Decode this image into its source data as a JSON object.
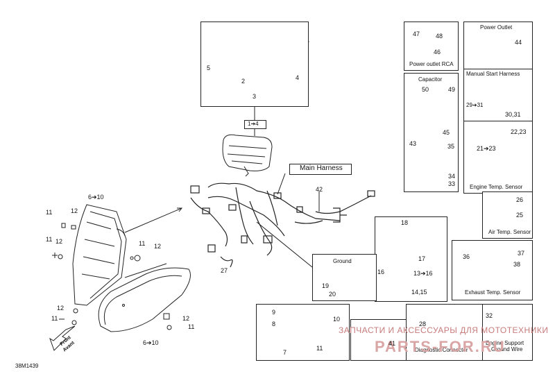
{
  "titles": {
    "power_outlet_rca": "Power outlet RCA",
    "power_outlet": "Power Outlet",
    "manual_start_harness": "Manual Start Harness",
    "capacitor": "Capacitor",
    "engine_temp_sensor": "Engine Temp. Sensor",
    "air_temp_sensor": "Air Temp. Sensor",
    "exhaust_temp_sensor": "Exhaust Temp. Sensor",
    "ground": "Ground",
    "diagnostic_connector": "Diagnostic Connector",
    "engine_support": "Engine Support",
    "ground_wire": "Ground Wire",
    "main_harness": "Main Harness"
  },
  "front": {
    "label1": "Front",
    "label2": "Avant"
  },
  "diagram_code": "38M1439",
  "watermark": {
    "line1": "ЗАПЧАСТИ И АКСЕССУАРЫ ДЛЯ МОТОТЕХНИКИ",
    "logo": "PARTS-FOR.RU"
  },
  "callouts": {
    "c1_4": "1➔4",
    "c2": "2",
    "c3": "3",
    "c4": "4",
    "c5": "5",
    "c47": "47",
    "c48": "48",
    "c46": "46",
    "c44": "44",
    "c29_31": "29➔31",
    "c30_31": "30,31",
    "c50": "50",
    "c49": "49",
    "c45": "45",
    "c43": "43",
    "c35": "35",
    "c34": "34",
    "c33": "33",
    "c22_23": "22,23",
    "c21_23": "21➔23",
    "c26": "26",
    "c25": "25",
    "c18": "18",
    "c17": "17",
    "c16": "16",
    "c13_16": "13➔16",
    "c14_15": "14,15",
    "c36": "36",
    "c37": "37",
    "c38": "38",
    "c19": "19",
    "c20": "20",
    "c42": "42",
    "c27": "27",
    "c6_10": "6➔10",
    "c11": "11",
    "c12": "12",
    "c9": "9",
    "c8": "8",
    "c10": "10",
    "c7": "7",
    "c41": "41",
    "c28": "28",
    "c32": "32"
  }
}
